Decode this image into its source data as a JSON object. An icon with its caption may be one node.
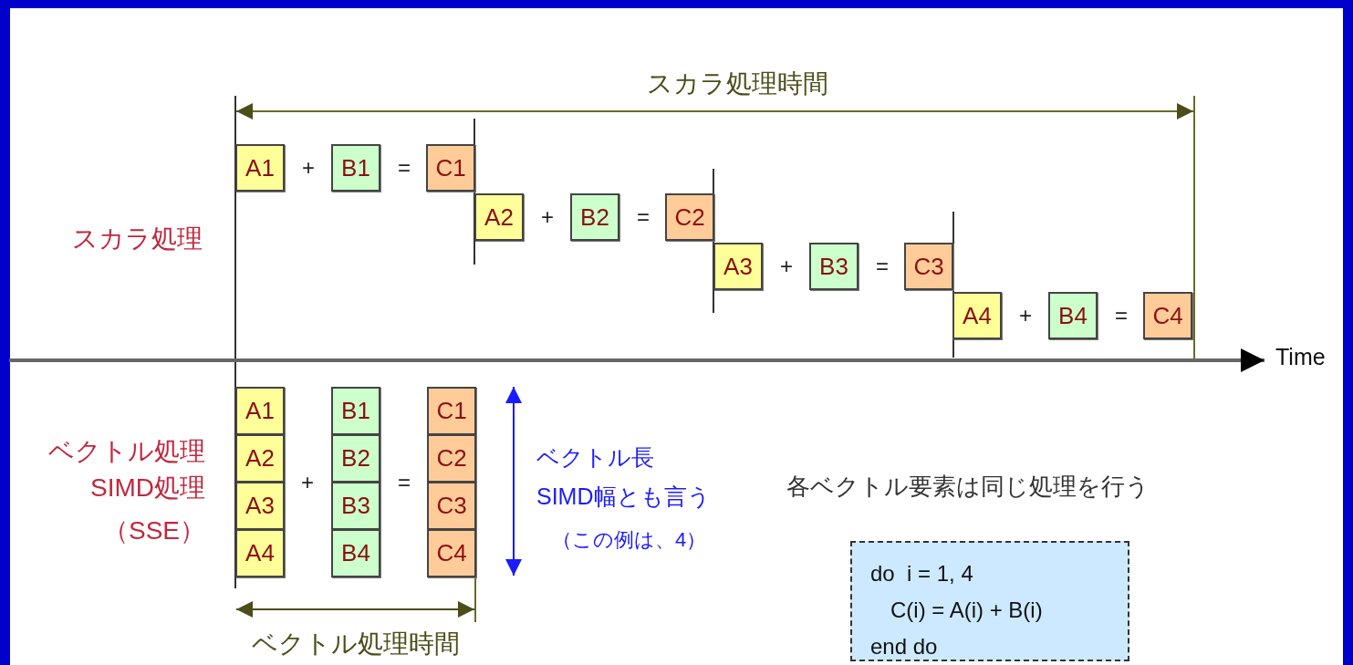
{
  "diagram": {
    "nodes": [
      {
        "text": [
          "A1"
        ]
      },
      {
        "text": [
          "B1"
        ]
      },
      {
        "text": [
          "C1"
        ]
      },
      {
        "text": [
          "A2"
        ]
      },
      {
        "text": [
          "B2"
        ]
      },
      {
        "text": [
          "C2"
        ]
      },
      {
        "text": [
          "A3"
        ]
      },
      {
        "text": [
          "B3"
        ]
      },
      {
        "text": [
          "C3"
        ]
      },
      {
        "text": [
          "A4"
        ]
      },
      {
        "text": [
          "B4"
        ]
      },
      {
        "text": [
          "C4"
        ]
      },
      {
        "text": [
          "A1"
        ]
      },
      {
        "text": [
          "B1"
        ]
      },
      {
        "text": [
          "C1"
        ]
      },
      {
        "text": [
          "A2"
        ]
      },
      {
        "text": [
          "B2"
        ]
      },
      {
        "text": [
          "C2"
        ]
      },
      {
        "text": [
          "A3"
        ]
      },
      {
        "text": [
          "B3"
        ]
      },
      {
        "text": [
          "C3"
        ]
      },
      {
        "text": [
          "A4"
        ]
      },
      {
        "text": [
          "B4"
        ]
      },
      {
        "text": [
          "C4"
        ]
      },
      {
        "text": [
          "do  i = 1, 4",
          "C(i) = A(i) + B(i)",
          "end do"
        ]
      }
    ],
    "edges": [],
    "labels": [
      "スカラ処理時間",
      "スカラ処理",
      "+",
      "=",
      "+",
      "=",
      "+",
      "=",
      "+",
      "=",
      "Time",
      "ベクトル処理",
      "SIMD処理",
      "（SSE）",
      "+",
      "=",
      "ベクトル長",
      "SIMD幅とも言う",
      "（この例は、4）",
      "各ベクトル要素は同じ処理を行う",
      "ベクトル処理時間"
    ]
  }
}
